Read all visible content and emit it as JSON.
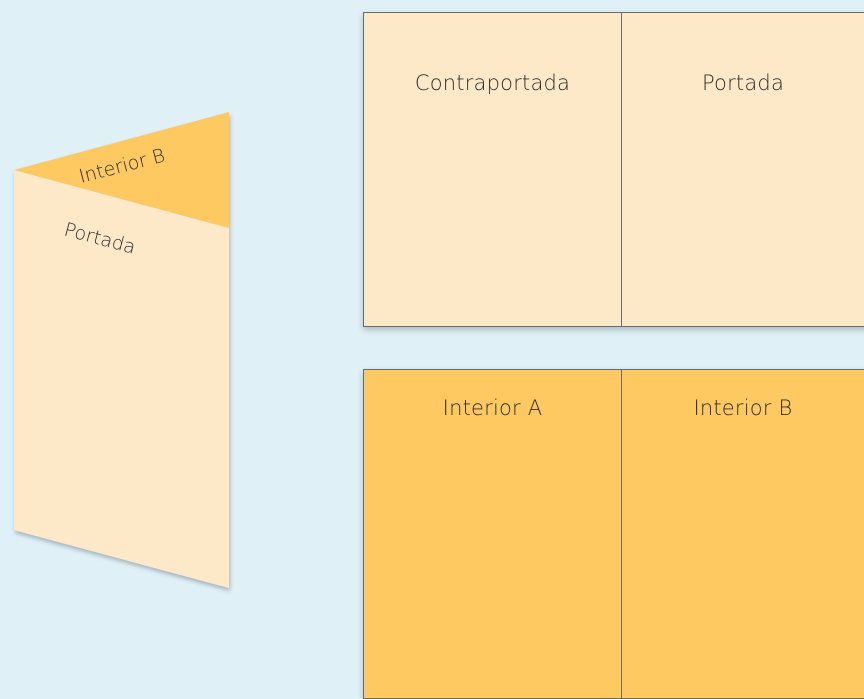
{
  "colors": {
    "background": "#dff1f7",
    "outer_face": "#fde9c8",
    "inner_face": "#fec961",
    "border": "#6b6b6b",
    "text": "#2e2e2e"
  },
  "folded": {
    "flap_label": "Interior B",
    "front_label": "Portada"
  },
  "sheet_outer": {
    "left_label": "Contraportada",
    "right_label": "Portada"
  },
  "sheet_inner": {
    "left_label": "Interior A",
    "right_label": "Interior B"
  }
}
